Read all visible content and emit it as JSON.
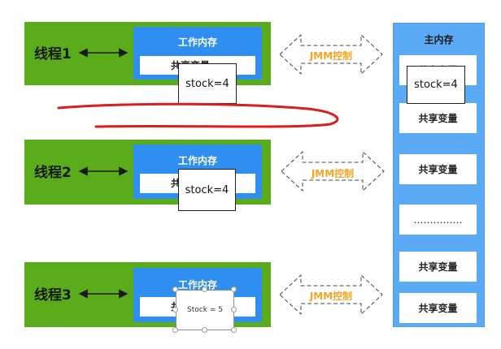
{
  "threads": [
    {
      "label": "线程1",
      "work_memory_title": "工作内存",
      "shared_var": "共享变量",
      "stock_text": "stock=4"
    },
    {
      "label": "线程2",
      "work_memory_title": "工作内存",
      "shared_var": "共享变量",
      "stock_text": "stock=4"
    },
    {
      "label": "线程3",
      "work_memory_title": "工作内存",
      "shared_var": "共享变量",
      "stock_text": "Stock = 5"
    }
  ],
  "jmm_labels": [
    "JMM控制",
    "JMM控制",
    "JMM控制"
  ],
  "main_memory": {
    "title": "主内存",
    "stock_text": "stock=4",
    "slots": [
      "共享变量",
      "共享变量",
      "共享变量",
      "……………",
      "共享变量",
      "共享变量"
    ]
  },
  "colors": {
    "thread_green": "#5aac1a",
    "work_memory_blue": "#2e8ff0",
    "main_memory_blue": "#5aaaf5",
    "jmm_orange": "#f5a623",
    "annotation_red": "#d81e1e"
  }
}
